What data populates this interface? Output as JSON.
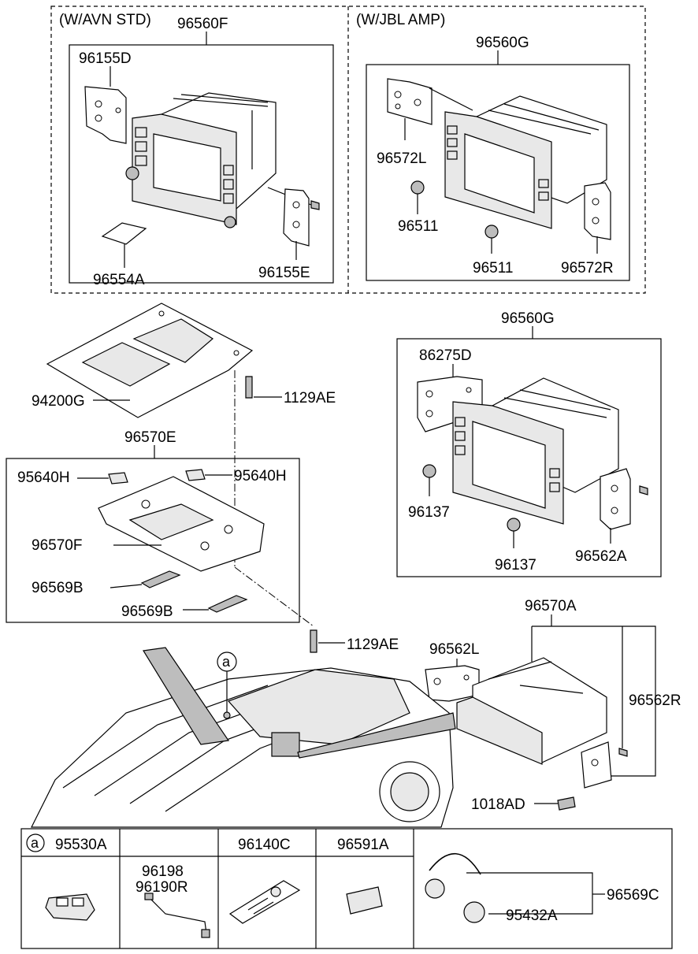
{
  "sections": {
    "avn_std": "(W/AVN STD)",
    "jbl_amp": "(W/JBL AMP)"
  },
  "labels": {
    "p96560F": "96560F",
    "p96155D": "96155D",
    "p96554A": "96554A",
    "p96155E": "96155E",
    "p96560G_top": "96560G",
    "p96572L": "96572L",
    "p96511_a": "96511",
    "p96511_b": "96511",
    "p96572R": "96572R",
    "p94200G": "94200G",
    "p1129AE_a": "1129AE",
    "p96570E": "96570E",
    "p95640H_l": "95640H",
    "p95640H_r": "95640H",
    "p96570F": "96570F",
    "p96569B_a": "96569B",
    "p96569B_b": "96569B",
    "p96560G_mid": "96560G",
    "p86275D": "86275D",
    "p96137_a": "96137",
    "p96137_b": "96137",
    "p96562A": "96562A",
    "p96570A": "96570A",
    "p96562L": "96562L",
    "p96562R": "96562R",
    "p1129AE_b": "1129AE",
    "p1018AD": "1018AD",
    "callout_a": "a"
  },
  "table": {
    "marker": "a",
    "c1": "95530A",
    "c2a": "96198",
    "c2b": "96190R",
    "c3": "96140C",
    "c4": "96591A",
    "c5a": "95432A",
    "c5b": "96569C"
  }
}
